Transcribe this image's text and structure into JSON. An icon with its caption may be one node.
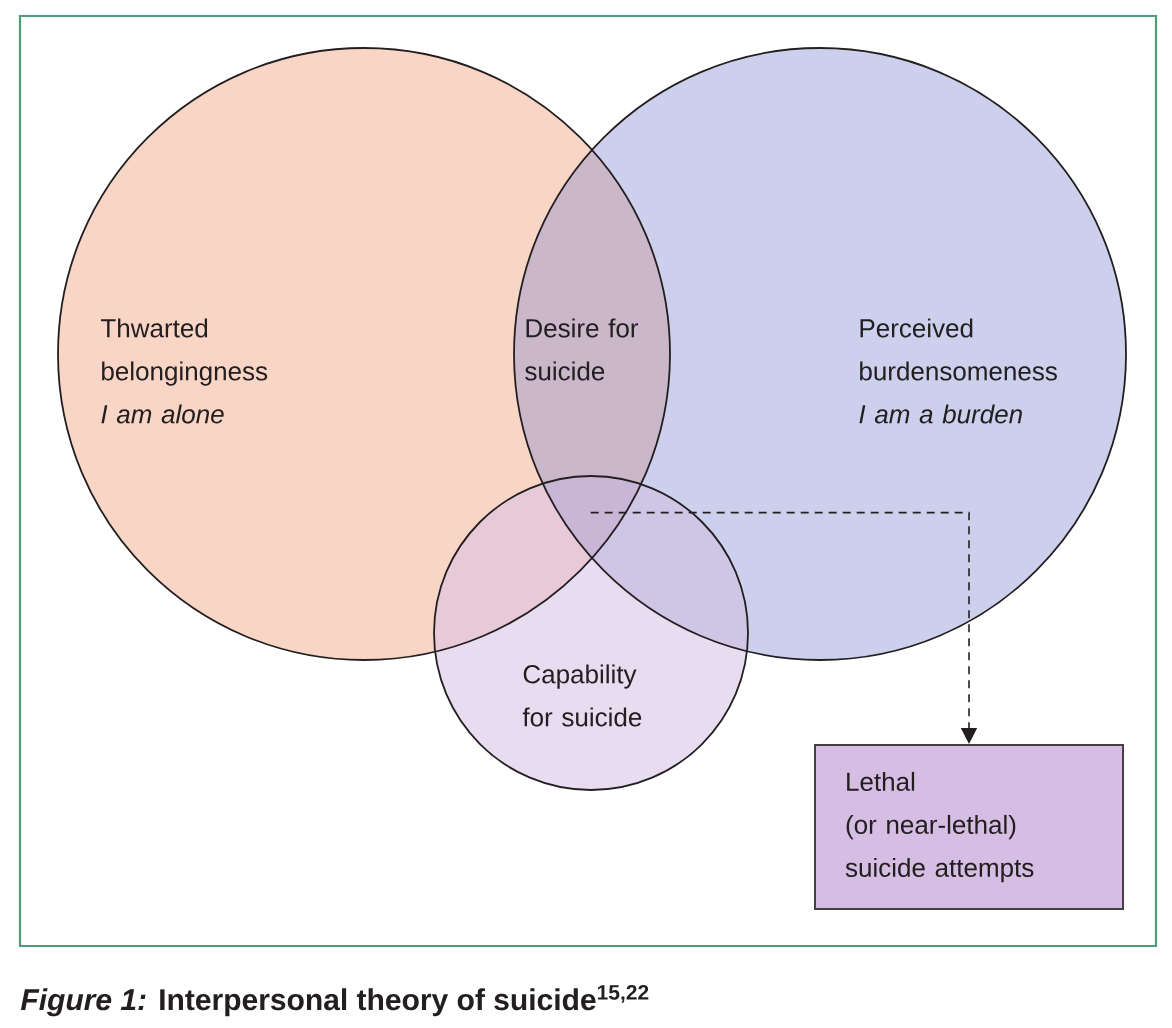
{
  "diagram": {
    "caption": "*Figure 1:* Interpersonal theory of suicide$^{15,22}$",
    "nodes": [
      {
        "text": [
          "Thwarted belongingness",
          "I am alone"
        ]
      },
      {
        "text": [
          "Perceived burdensomeness",
          "I am a burden"
        ]
      },
      {
        "text": [
          "Capability for suicide"
        ]
      },
      {
        "text": [
          "Lethal (or near-lethal) suicide attempts"
        ]
      }
    ],
    "edges": [
      {
        "from": 0,
        "to": 3,
        "arrow": "to",
        "style": "dashed"
      },
      {
        "from": 1,
        "to": 3,
        "arrow": "to",
        "style": "dashed"
      },
      {
        "from": 2,
        "to": 3,
        "arrow": "to",
        "style": "dashed"
      }
    ],
    "labels": [
      "Desire for suicide"
    ]
  }
}
